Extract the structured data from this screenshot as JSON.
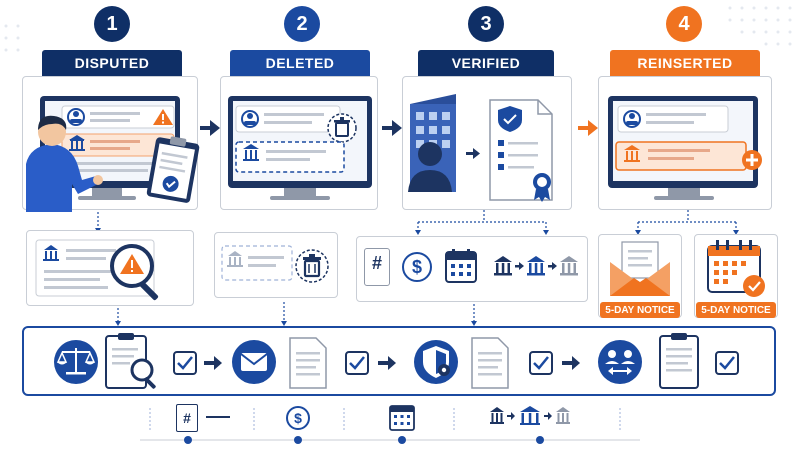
{
  "stages": [
    {
      "number": "1",
      "label": "DISPUTED",
      "color": "#0f2f66"
    },
    {
      "number": "2",
      "label": "DELETED",
      "color": "#1b4aa0"
    },
    {
      "number": "3",
      "label": "VERIFIED",
      "color": "#0f2f66"
    },
    {
      "number": "4",
      "label": "REINSERTED",
      "color": "#f07320"
    }
  ],
  "notices": [
    {
      "label": "5-DAY NOTICE"
    },
    {
      "label": "5-DAY NOTICE"
    }
  ],
  "verified_symbols": {
    "hash": "#",
    "dollar": "$"
  },
  "footer": {
    "hash": "#",
    "dollar": "$"
  },
  "colors": {
    "navy": "#0f2f66",
    "blue": "#1b4aa0",
    "orange": "#f07320",
    "line": "#c9ced6"
  }
}
